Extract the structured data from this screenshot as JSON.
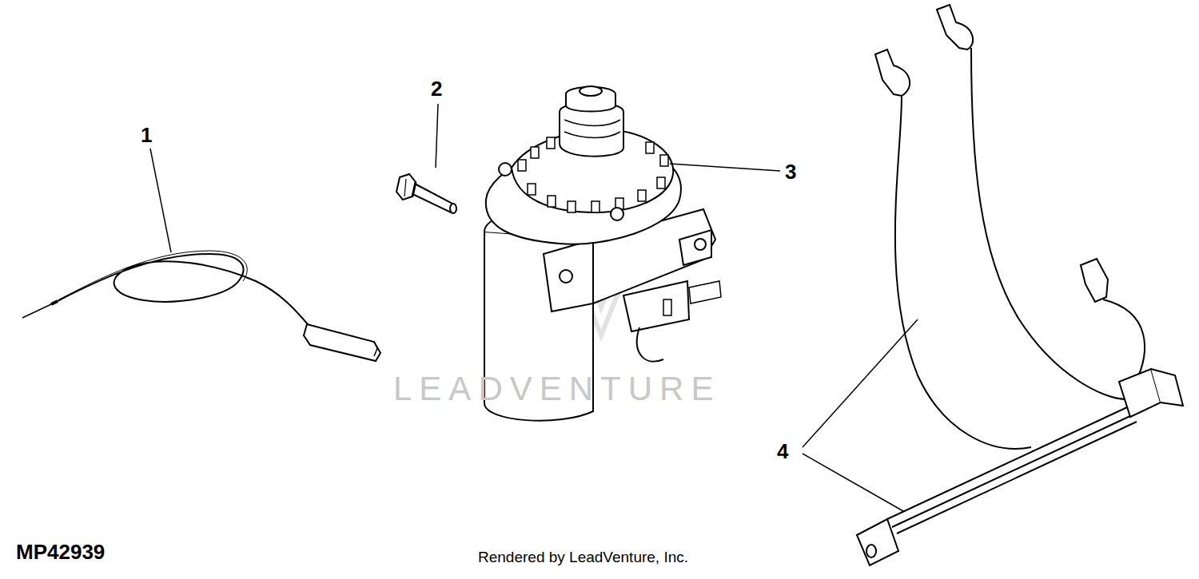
{
  "diagram": {
    "labels": [
      "1",
      "2",
      "3",
      "4",
      "MP42939",
      "Rendered by LeadVenture, Inc.",
      "LEADVENTURE"
    ]
  }
}
